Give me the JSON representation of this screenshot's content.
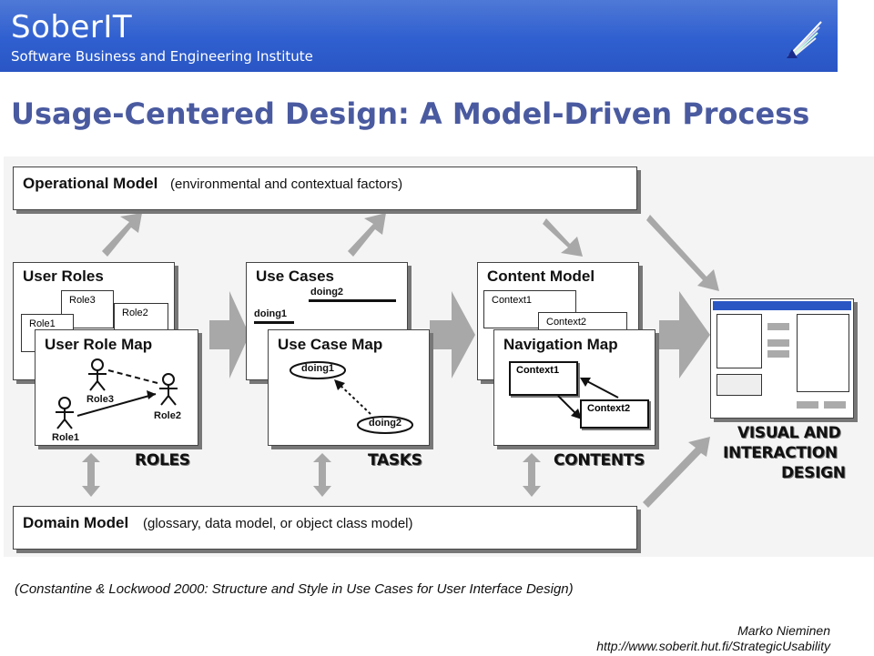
{
  "header": {
    "brand": "SoberIT",
    "subtitle": "Software Business and Engineering Institute"
  },
  "title": "Usage-Centered Design: A Model-Driven Process",
  "diagram": {
    "operational_model": {
      "label": "Operational Model",
      "note": "(environmental and contextual factors)"
    },
    "domain_model": {
      "label": "Domain Model",
      "note": "(glossary, data model, or object class model)"
    },
    "user_roles": {
      "label": "User Roles",
      "role1": "Role1",
      "role2": "Role2",
      "role3": "Role3"
    },
    "user_role_map": {
      "label": "User Role Map",
      "role1": "Role1",
      "role2": "Role2",
      "role3": "Role3"
    },
    "use_cases": {
      "label": "Use Cases",
      "doing1": "doing1",
      "doing2": "doing2"
    },
    "use_case_map": {
      "label": "Use Case Map",
      "doing1": "doing1",
      "doing2": "doing2"
    },
    "content_model": {
      "label": "Content Model",
      "context1": "Context1",
      "context2": "Context2"
    },
    "navigation_map": {
      "label": "Navigation Map",
      "context1": "Context1",
      "context2": "Context2"
    },
    "captions": {
      "roles": "ROLES",
      "tasks": "TASKS",
      "contents": "CONTENTS",
      "visual1": "VISUAL AND",
      "visual2": "INTERACTION",
      "visual3": "DESIGN"
    }
  },
  "citation": "(Constantine & Lockwood 2000: Structure and Style in Use Cases for User Interface Design)",
  "footer": {
    "author": "Marko Nieminen",
    "url": "http://www.soberit.hut.fi/StrategicUsability"
  }
}
